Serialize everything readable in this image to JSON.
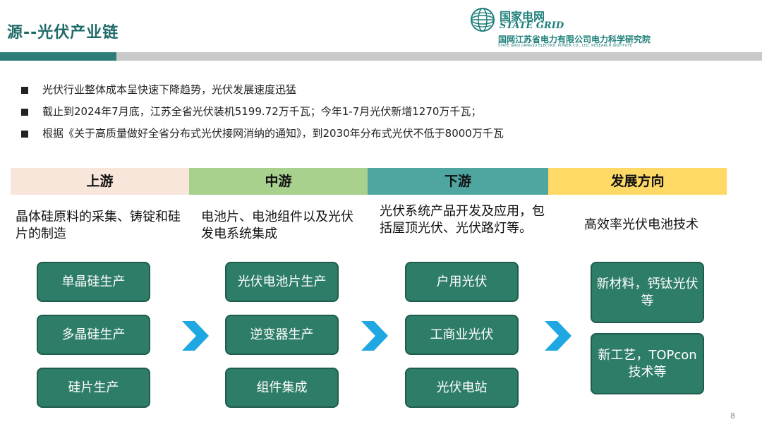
{
  "slide": {
    "title": "源--光伏产业链",
    "page_number": "8"
  },
  "logo": {
    "brand_cn": "国家电网",
    "brand_en": "STATE GRID",
    "institute_cn": "国网江苏省电力有限公司电力科学研究院",
    "institute_en": "STATE GRID JIANGSU ELECTRIC POWER CO., LTD. RESEARCH INSTITUTE"
  },
  "bullets": [
    "光伏行业整体成本呈快速下降趋势，光伏发展速度迅猛",
    "截止到2024年7月底，江苏全省光伏装机5199.72万千瓦；今年1-7月光伏新增1270万千瓦；",
    "根据《关于高质量做好全省分布式光伏接网消纳的通知》，到2030年分布式光伏不低于8000万千瓦"
  ],
  "columns": [
    {
      "header": "上游",
      "header_color": "#f8e6da",
      "description": "晶体硅原料的采集、铸锭和硅片的制造",
      "items": [
        "单晶硅生产",
        "多晶硅生产",
        "硅片生产"
      ]
    },
    {
      "header": "中游",
      "header_color": "#a9d18e",
      "description": "电池片、电池组件以及光伏发电系统集成",
      "items": [
        "光伏电池片生产",
        "逆变器生产",
        "组件集成"
      ]
    },
    {
      "header": "下游",
      "header_color": "#4fa5a0",
      "description": "光伏系统产品开发及应用，包括屋顶光伏、光伏路灯等。",
      "items": [
        "户用光伏",
        "工商业光伏",
        "光伏电站"
      ]
    },
    {
      "header": "发展方向",
      "header_color": "#ffd966",
      "description": "高效率光伏电池技术",
      "items": [
        "新材料，钙钛光伏等",
        "新工艺，TOPcon技术等"
      ]
    }
  ],
  "colors": {
    "title": "#1f6b68",
    "pill": "#2e7d68",
    "arrow": "#1ea7e1"
  }
}
